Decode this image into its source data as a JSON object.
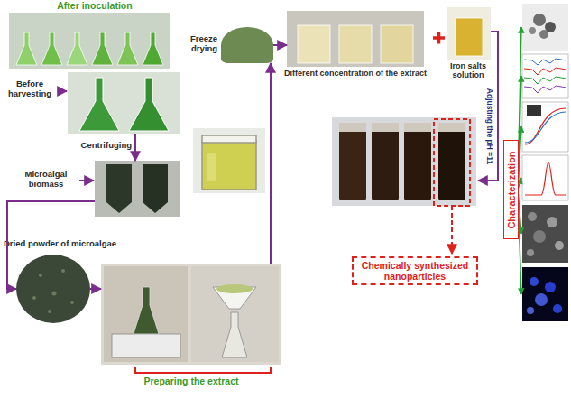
{
  "diagram": {
    "nodes": [
      {
        "text": [
          "After inoculation"
        ]
      },
      {
        "text": [
          "Before harvesting"
        ]
      },
      {
        "text": [
          "Microalgal biomass"
        ]
      },
      {
        "text": [
          "Dried powder of microalgae"
        ]
      },
      {
        "text": [
          "Preparing the extract"
        ]
      },
      {
        "text": [
          "Freeze drying"
        ]
      },
      {
        "text": [
          "Different concentration of the extract"
        ]
      },
      {
        "text": [
          "Iron salts solution"
        ]
      },
      {
        "text": [
          "Chemically synthesized nanoparticles"
        ]
      },
      {
        "text": [
          "Characterization"
        ]
      }
    ],
    "edges": [
      {
        "from": 1,
        "to": 2,
        "arrow": "to",
        "label": "Centrifuging"
      },
      {
        "from": 2,
        "to": 3,
        "arrow": "to"
      },
      {
        "from": 3,
        "to": 4,
        "arrow": "to"
      },
      {
        "from": 4,
        "to": 5,
        "arrow": "to"
      },
      {
        "from": 5,
        "to": 6,
        "arrow": "to"
      },
      {
        "from": 7,
        "to": 8,
        "arrow": "to",
        "label": "Adjusting the pH =11"
      }
    ]
  }
}
